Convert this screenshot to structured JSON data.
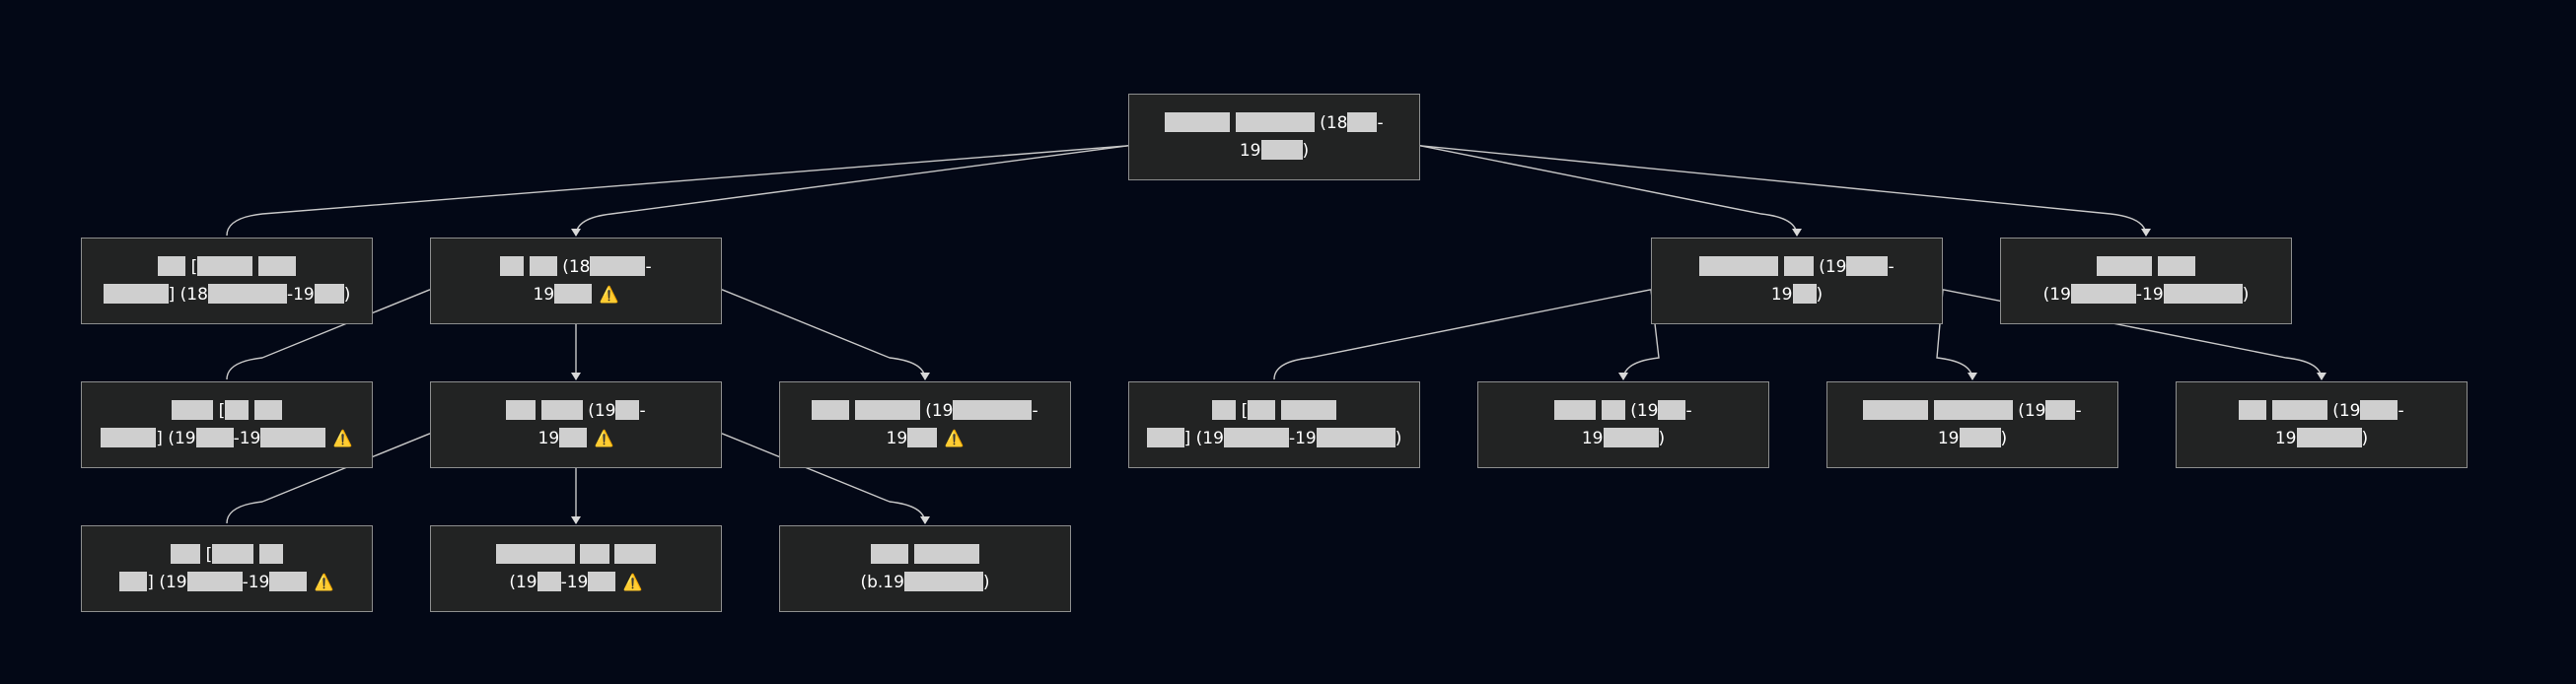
{
  "colors": {
    "background": "#030816",
    "node_fill": "#222323",
    "node_border": "#8d8e8e",
    "edge": "#c8c8c8",
    "redaction": "#cfcfcf",
    "warning": "#f2c94c"
  },
  "icons": {
    "warning": "warning-icon"
  },
  "nodes": [
    {
      "id": "n0",
      "lines": [
        [
          {
            "b": 1
          },
          {
            "t": " "
          },
          {
            "b": 1
          },
          {
            "t": " (18"
          },
          {
            "b": 1
          },
          {
            "t": "-"
          }
        ],
        [
          {
            "t": "19"
          },
          {
            "b": 1
          },
          {
            "t": ")"
          }
        ]
      ]
    },
    {
      "id": "n1",
      "lines": [
        [
          {
            "b": 1
          },
          {
            "t": " ["
          },
          {
            "b": 1
          },
          {
            "t": " "
          },
          {
            "b": 1
          }
        ],
        [
          {
            "b": 1
          },
          {
            "t": "] (18"
          },
          {
            "b": 1
          },
          {
            "t": "-19"
          },
          {
            "b": 1
          },
          {
            "t": ")"
          }
        ]
      ]
    },
    {
      "id": "n2",
      "lines": [
        [
          {
            "b": 1
          },
          {
            "t": " "
          },
          {
            "b": 1
          },
          {
            "t": " (18"
          },
          {
            "b": 1
          },
          {
            "t": "-"
          }
        ],
        [
          {
            "t": "19"
          },
          {
            "b": 1
          },
          {
            "t": " "
          },
          {
            "w": 1
          }
        ]
      ]
    },
    {
      "id": "n3",
      "lines": [
        [
          {
            "b": 1
          },
          {
            "t": " "
          },
          {
            "b": 1
          },
          {
            "t": " (19"
          },
          {
            "b": 1
          },
          {
            "t": "-"
          }
        ],
        [
          {
            "t": "19"
          },
          {
            "b": 1
          },
          {
            "t": ")"
          }
        ]
      ]
    },
    {
      "id": "n4",
      "lines": [
        [
          {
            "b": 1
          },
          {
            "t": " "
          },
          {
            "b": 1
          }
        ],
        [
          {
            "t": "(19"
          },
          {
            "b": 1
          },
          {
            "t": "-19"
          },
          {
            "b": 1
          },
          {
            "t": ")"
          }
        ]
      ]
    },
    {
      "id": "n5",
      "lines": [
        [
          {
            "b": 1
          },
          {
            "t": " ["
          },
          {
            "b": 1
          },
          {
            "t": " "
          },
          {
            "b": 1
          }
        ],
        [
          {
            "b": 1
          },
          {
            "t": "] (19"
          },
          {
            "b": 1
          },
          {
            "t": "-19"
          },
          {
            "b": 1
          },
          {
            "t": " "
          },
          {
            "w": 1
          }
        ]
      ]
    },
    {
      "id": "n6",
      "lines": [
        [
          {
            "b": 1
          },
          {
            "t": " "
          },
          {
            "b": 1
          },
          {
            "t": " (19"
          },
          {
            "b": 1
          },
          {
            "t": "-"
          }
        ],
        [
          {
            "t": "19"
          },
          {
            "b": 1
          },
          {
            "t": " "
          },
          {
            "w": 1
          }
        ]
      ]
    },
    {
      "id": "n7",
      "lines": [
        [
          {
            "b": 1
          },
          {
            "t": " "
          },
          {
            "b": 1
          },
          {
            "t": " (19"
          },
          {
            "b": 1
          },
          {
            "t": "-"
          }
        ],
        [
          {
            "t": "19"
          },
          {
            "b": 1
          },
          {
            "t": " "
          },
          {
            "w": 1
          }
        ]
      ]
    },
    {
      "id": "n8",
      "lines": [
        [
          {
            "b": 1
          },
          {
            "t": " ["
          },
          {
            "b": 1
          },
          {
            "t": " "
          },
          {
            "b": 1
          }
        ],
        [
          {
            "b": 1
          },
          {
            "t": "] (19"
          },
          {
            "b": 1
          },
          {
            "t": "-19"
          },
          {
            "b": 1
          },
          {
            "t": ")"
          }
        ]
      ]
    },
    {
      "id": "n9",
      "lines": [
        [
          {
            "b": 1
          },
          {
            "t": " "
          },
          {
            "b": 1
          },
          {
            "t": " (19"
          },
          {
            "b": 1
          },
          {
            "t": "-"
          }
        ],
        [
          {
            "t": "19"
          },
          {
            "b": 1
          },
          {
            "t": ")"
          }
        ]
      ]
    },
    {
      "id": "n10",
      "lines": [
        [
          {
            "b": 1
          },
          {
            "t": " "
          },
          {
            "b": 1
          },
          {
            "t": " (19"
          },
          {
            "b": 1
          },
          {
            "t": "-"
          }
        ],
        [
          {
            "t": "19"
          },
          {
            "b": 1
          },
          {
            "t": ")"
          }
        ]
      ]
    },
    {
      "id": "n11",
      "lines": [
        [
          {
            "b": 1
          },
          {
            "t": " "
          },
          {
            "b": 1
          },
          {
            "t": " (19"
          },
          {
            "b": 1
          },
          {
            "t": "-"
          }
        ],
        [
          {
            "t": "19"
          },
          {
            "b": 1
          },
          {
            "t": ")"
          }
        ]
      ]
    },
    {
      "id": "n12",
      "lines": [
        [
          {
            "b": 1
          },
          {
            "t": " ["
          },
          {
            "b": 1
          },
          {
            "t": " "
          },
          {
            "b": 1
          }
        ],
        [
          {
            "b": 1
          },
          {
            "t": "] (19"
          },
          {
            "b": 1
          },
          {
            "t": "-19"
          },
          {
            "b": 1
          },
          {
            "t": " "
          },
          {
            "w": 1
          }
        ]
      ]
    },
    {
      "id": "n13",
      "lines": [
        [
          {
            "b": 1
          },
          {
            "t": " "
          },
          {
            "b": 1
          },
          {
            "t": " "
          },
          {
            "b": 1
          }
        ],
        [
          {
            "t": "(19"
          },
          {
            "b": 1
          },
          {
            "t": "-19"
          },
          {
            "b": 1
          },
          {
            "t": " "
          },
          {
            "w": 1
          }
        ]
      ]
    },
    {
      "id": "n14",
      "lines": [
        [
          {
            "b": 1
          },
          {
            "t": " "
          },
          {
            "b": 1
          }
        ],
        [
          {
            "t": "(b.19"
          },
          {
            "b": 1
          },
          {
            "t": ")"
          }
        ]
      ]
    }
  ],
  "edges": [
    {
      "from": "n0",
      "to": "n1",
      "arrow": false
    },
    {
      "from": "n0",
      "to": "n2",
      "arrow": true
    },
    {
      "from": "n0",
      "to": "n3",
      "arrow": true
    },
    {
      "from": "n0",
      "to": "n4",
      "arrow": true
    },
    {
      "from": "n2",
      "to": "n5",
      "arrow": false
    },
    {
      "from": "n2",
      "to": "n6",
      "arrow": true
    },
    {
      "from": "n2",
      "to": "n7",
      "arrow": true
    },
    {
      "from": "n3",
      "to": "n8",
      "arrow": false
    },
    {
      "from": "n3",
      "to": "n9",
      "arrow": true
    },
    {
      "from": "n3",
      "to": "n10",
      "arrow": true
    },
    {
      "from": "n3",
      "to": "n11",
      "arrow": true
    },
    {
      "from": "n6",
      "to": "n12",
      "arrow": false
    },
    {
      "from": "n6",
      "to": "n13",
      "arrow": true
    },
    {
      "from": "n6",
      "to": "n14",
      "arrow": true
    }
  ]
}
